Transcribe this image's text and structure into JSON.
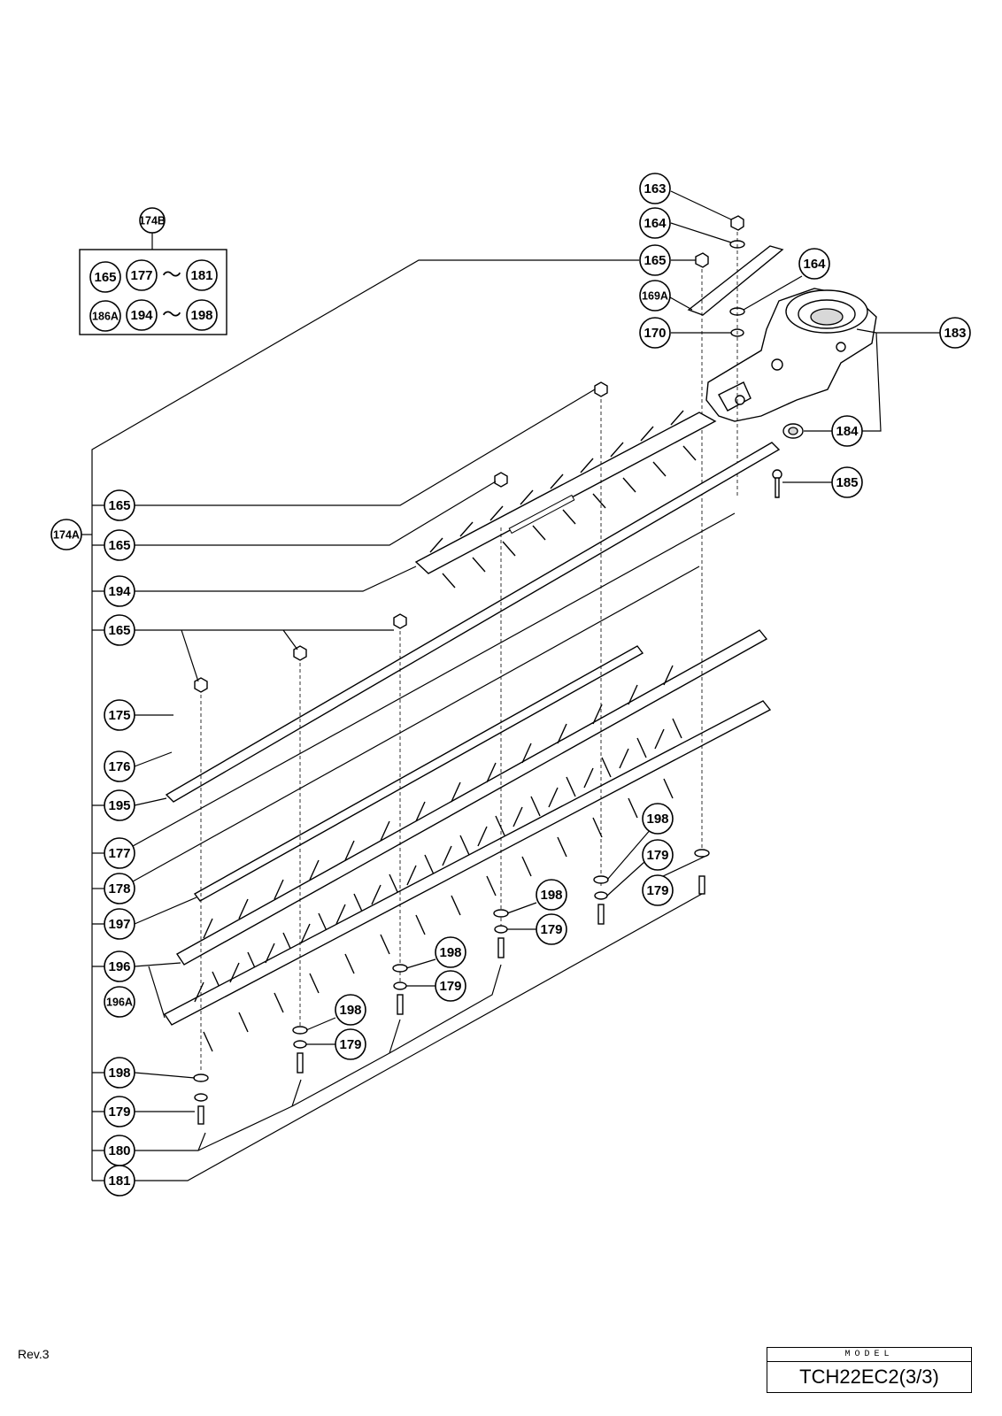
{
  "revision": "Rev.3",
  "model": {
    "caption": "MODEL",
    "name": "TCH22EC2(3/3)"
  },
  "kit_box": {
    "label": "174B",
    "rows": [
      {
        "a": "165",
        "b": "177",
        "tilde": "～",
        "c": "181"
      },
      {
        "a": "186A",
        "b": "194",
        "tilde": "～",
        "c": "198"
      }
    ]
  },
  "group_label": "174A",
  "left_column": [
    "165",
    "165",
    "194",
    "165",
    "175",
    "176",
    "195",
    "177",
    "178",
    "197",
    "196",
    "196A",
    "198",
    "179",
    "180",
    "181"
  ],
  "top_right": [
    "163",
    "164",
    "165",
    "164",
    "169A",
    "170",
    "183",
    "184",
    "185"
  ],
  "lower_callouts": [
    {
      "n1": "198",
      "n2": "179"
    },
    {
      "n1": "198",
      "n2": "179"
    },
    {
      "n1": "198",
      "n2": "179"
    },
    {
      "n1": "198",
      "n2": "179"
    }
  ],
  "right_callouts": [
    "198",
    "179",
    "179"
  ]
}
